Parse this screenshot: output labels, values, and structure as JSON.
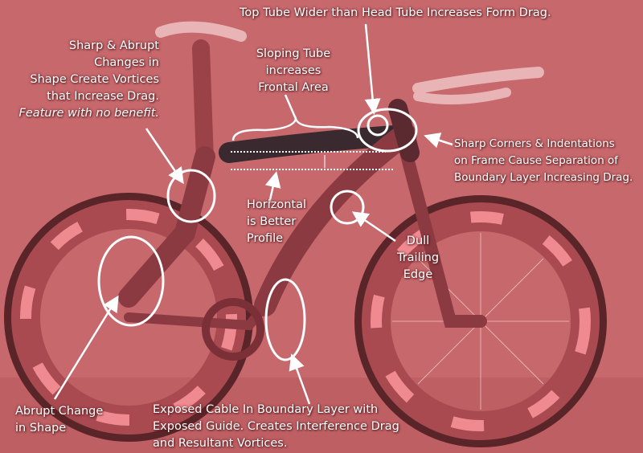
{
  "colors": {
    "background": "#c7686c",
    "annotation": "#ffffff",
    "frame": "#8a3a40",
    "wheel": "#5a2528",
    "accent": "#e8263a"
  },
  "annotations": {
    "top_tube": {
      "lines": [
        "Top Tube Wider than Head Tube Increases Form Drag."
      ]
    },
    "sharp_abrupt": {
      "lines": [
        "Sharp & Abrupt",
        "Changes in",
        "Shape Create Vortices",
        "that Increase Drag."
      ],
      "italic_line": "Feature with no benefit."
    },
    "sloping_tube": {
      "lines": [
        "Sloping Tube",
        "increases",
        "Frontal Area"
      ]
    },
    "sharp_corners": {
      "lines": [
        "Sharp Corners & Indentations",
        "on Frame Cause Separation of",
        "Boundary Layer Increasing Drag."
      ]
    },
    "horizontal": {
      "lines": [
        "Horizontal",
        "is Better",
        "Profile"
      ]
    },
    "dull_edge": {
      "lines": [
        "Dull",
        "Trailing",
        "Edge"
      ]
    },
    "abrupt_change": {
      "lines": [
        "Abrupt Change",
        "in Shape"
      ]
    },
    "exposed_cable": {
      "lines": [
        "Exposed Cable In Boundary Layer with",
        "Exposed Guide. Creates Interference Drag",
        "and Resultant Vortices."
      ]
    }
  }
}
